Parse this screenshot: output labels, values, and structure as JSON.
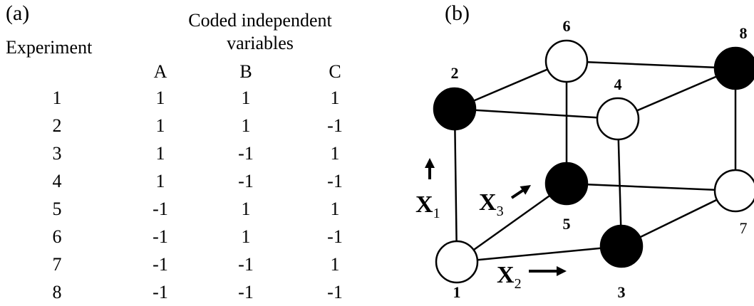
{
  "panel_a": {
    "label": "(a)",
    "header_experiment": "Experiment",
    "header_group_line1": "Coded independent",
    "header_group_line2": "variables",
    "columns": [
      "A",
      "B",
      "C"
    ],
    "rows": [
      {
        "exp": "1",
        "A": "1",
        "B": "1",
        "C": "1"
      },
      {
        "exp": "2",
        "A": "1",
        "B": "1",
        "C": "-1"
      },
      {
        "exp": "3",
        "A": "1",
        "B": "-1",
        "C": "1"
      },
      {
        "exp": "4",
        "A": "1",
        "B": "-1",
        "C": "-1"
      },
      {
        "exp": "5",
        "A": "-1",
        "B": "1",
        "C": "1"
      },
      {
        "exp": "6",
        "A": "-1",
        "B": "1",
        "C": "-1"
      },
      {
        "exp": "7",
        "A": "-1",
        "B": "-1",
        "C": "1"
      },
      {
        "exp": "8",
        "A": "-1",
        "B": "-1",
        "C": "-1"
      }
    ]
  },
  "panel_b": {
    "label": "(b)",
    "vertices": [
      {
        "id": "1",
        "filled": false
      },
      {
        "id": "2",
        "filled": true
      },
      {
        "id": "3",
        "filled": true
      },
      {
        "id": "4",
        "filled": false
      },
      {
        "id": "5",
        "filled": true
      },
      {
        "id": "6",
        "filled": false
      },
      {
        "id": "7",
        "filled": false
      },
      {
        "id": "8",
        "filled": true
      }
    ],
    "axes": [
      {
        "symbol": "X",
        "sub": "1"
      },
      {
        "symbol": "X",
        "sub": "2"
      },
      {
        "symbol": "X",
        "sub": "3"
      }
    ],
    "colors": {
      "filled": "#000000",
      "empty": "#ffffff",
      "stroke": "#000000"
    }
  }
}
